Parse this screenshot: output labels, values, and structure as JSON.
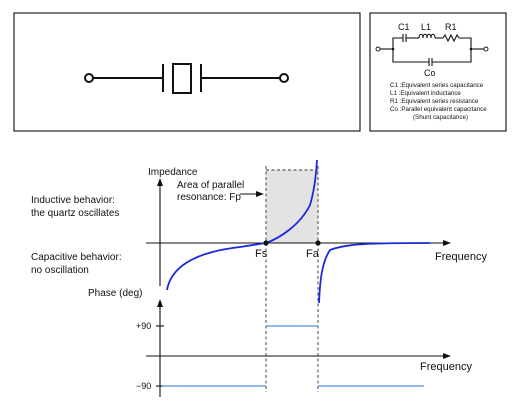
{
  "equivalent_circuit": {
    "component_labels": {
      "c1": "C1",
      "l1": "L1",
      "r1": "R1",
      "co": "Co"
    },
    "legend": [
      "C1 :Equivalent series capacitance",
      "L1 :Equivalent inductance",
      "R1 :Equivalent series resistance",
      "Co :Parallel equivalent capacitance",
      "(Shunt capacitance)"
    ]
  },
  "impedance_plot": {
    "y_axis_label": "Impedance",
    "x_axis_label": "Frequency",
    "annotation_area": [
      "Area of parallel",
      "resonance: Fp"
    ],
    "inductive_label": [
      "Inductive behavior:",
      "the quartz oscillates"
    ],
    "capacitive_label": [
      "Capacitive behavior:",
      "no oscillation"
    ],
    "fs_label": "Fs",
    "fa_label": "Fa"
  },
  "phase_plot": {
    "y_axis_label": "Phase (deg)",
    "x_axis_label": "Frequency",
    "tick_plus": "+90",
    "tick_minus": "−90"
  },
  "colors": {
    "impedance_curve": "#1a2bd8",
    "phase_lines": "#4f8fdc",
    "resonance_area": "#e3e3e3"
  }
}
